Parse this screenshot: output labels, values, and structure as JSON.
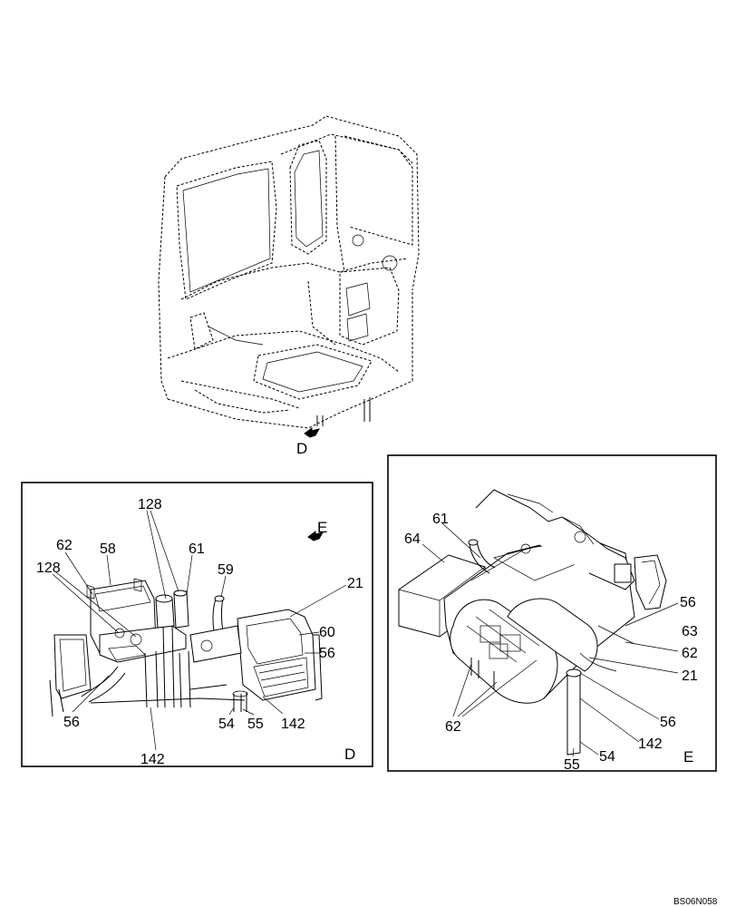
{
  "overview": {
    "view_arrow_label": "D"
  },
  "detail_d": {
    "view_letter": "D",
    "view_arrow_label": "E",
    "callouts": [
      "128",
      "62",
      "58",
      "61",
      "128",
      "59",
      "21",
      "60",
      "56",
      "56",
      "54",
      "55",
      "142",
      "142"
    ]
  },
  "detail_e": {
    "view_letter": "E",
    "callouts": [
      "61",
      "64",
      "56",
      "63",
      "62",
      "21",
      "62",
      "56",
      "142",
      "54",
      "55"
    ]
  },
  "drawing_code": "BS06N058"
}
